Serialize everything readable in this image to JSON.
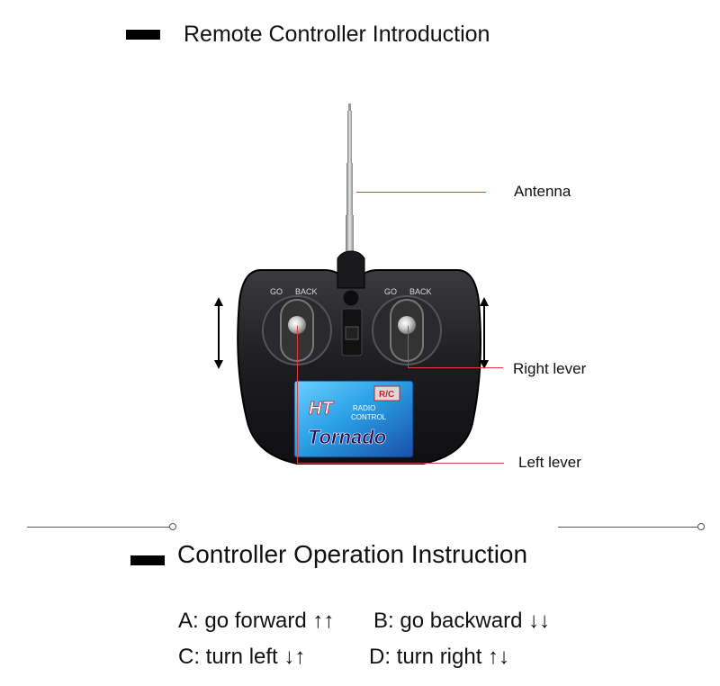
{
  "header": {
    "title": "Remote Controller Introduction"
  },
  "callouts": {
    "antenna": "Antenna",
    "right_lever": "Right lever",
    "left_lever": "Left lever"
  },
  "controller": {
    "left_stick_labels": [
      "GO",
      "BACK"
    ],
    "right_stick_labels": [
      "GO",
      "BACK"
    ],
    "badge": "R/C",
    "brand_mark": "HT",
    "brand_line1": "RADIO",
    "brand_line2": "CONTROL",
    "model_name": "Tornado"
  },
  "instructions": {
    "title": "Controller Operation Instruction",
    "a": "A: go forward ↑↑",
    "b": "B: go backward ↓↓",
    "c": "C: turn left ↓↑",
    "d": "D: turn right ↑↓"
  }
}
